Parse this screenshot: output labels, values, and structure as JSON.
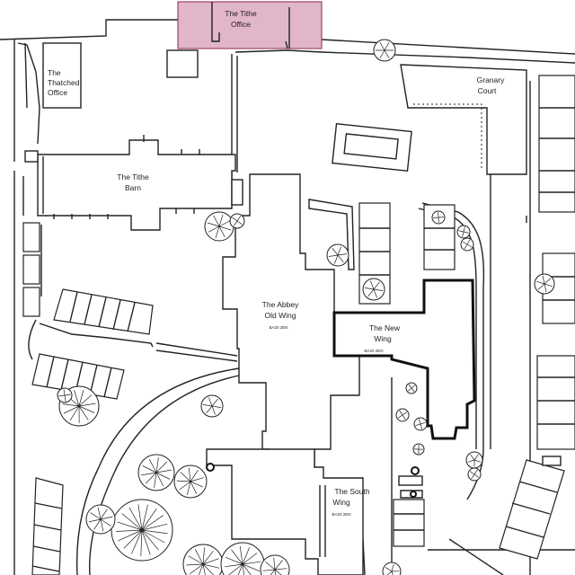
{
  "map": {
    "buildings": {
      "tithe_office": {
        "line1": "The Tithe",
        "line2": "Office"
      },
      "thatched_office": {
        "line1": "The",
        "line2": "Thatched",
        "line3": "Office"
      },
      "tithe_barn": {
        "line1": "The Tithe",
        "line2": "Barn"
      },
      "granary_court": {
        "line1": "Granary",
        "line2": "Court"
      },
      "abbey_old_wing": {
        "line1": "The Abbey",
        "line2": "Old Wing",
        "code": "BA20 2EN"
      },
      "new_wing": {
        "line1": "The New",
        "line2": "Wing",
        "code": "BA20 2EN"
      },
      "south_wing": {
        "line1": "The South",
        "line2": "Wing",
        "code": "BA20 2EN"
      }
    },
    "highlight_color": "#c77a9a",
    "highlighted_building": "The Tithe Office"
  }
}
